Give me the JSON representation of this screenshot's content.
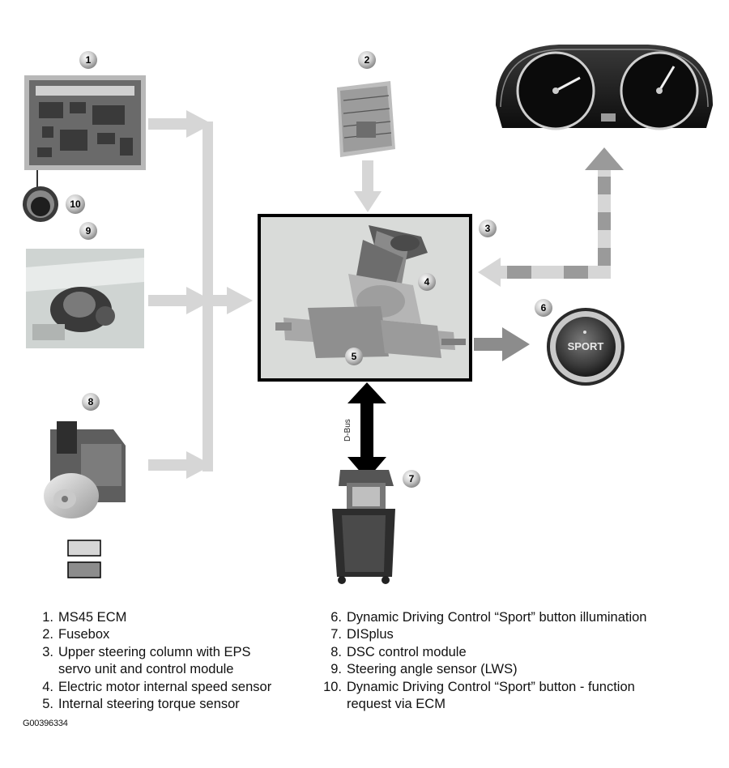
{
  "callouts": {
    "c1": "1",
    "c2": "2",
    "c3": "3",
    "c4": "4",
    "c5": "5",
    "c6": "6",
    "c7": "7",
    "c8": "8",
    "c9": "9",
    "c10": "10"
  },
  "sport_button_text": "SPORT",
  "diagnostic_link_label": "D-Bus",
  "legend": {
    "left": [
      {
        "num": "1.",
        "text": "MS45 ECM"
      },
      {
        "num": "2.",
        "text": "Fusebox"
      },
      {
        "num": "3.",
        "text": "Upper steering column with EPS"
      },
      {
        "num": "",
        "text": "servo unit and control module"
      },
      {
        "num": "4.",
        "text": "Electric motor internal speed sensor"
      },
      {
        "num": "5.",
        "text": "Internal steering torque sensor"
      }
    ],
    "right": [
      {
        "num": "6.",
        "text": "Dynamic Driving Control “Sport” button illumination"
      },
      {
        "num": "7.",
        "text": "DISplus"
      },
      {
        "num": "8.",
        "text": "DSC control module"
      },
      {
        "num": "9.",
        "text": "Steering angle sensor (LWS)"
      },
      {
        "num": "10.",
        "text": "Dynamic Driving Control “Sport” button - function"
      },
      {
        "num": "",
        "text": "request via ECM"
      }
    ]
  },
  "figure_id": "G00396334",
  "colors": {
    "input_arrow": "#d6d6d6",
    "output_arrow": "#8c8c8c",
    "bus_dash": "#9a9a9a",
    "frame": "#000000",
    "central_bg": "#d9dbd9"
  }
}
